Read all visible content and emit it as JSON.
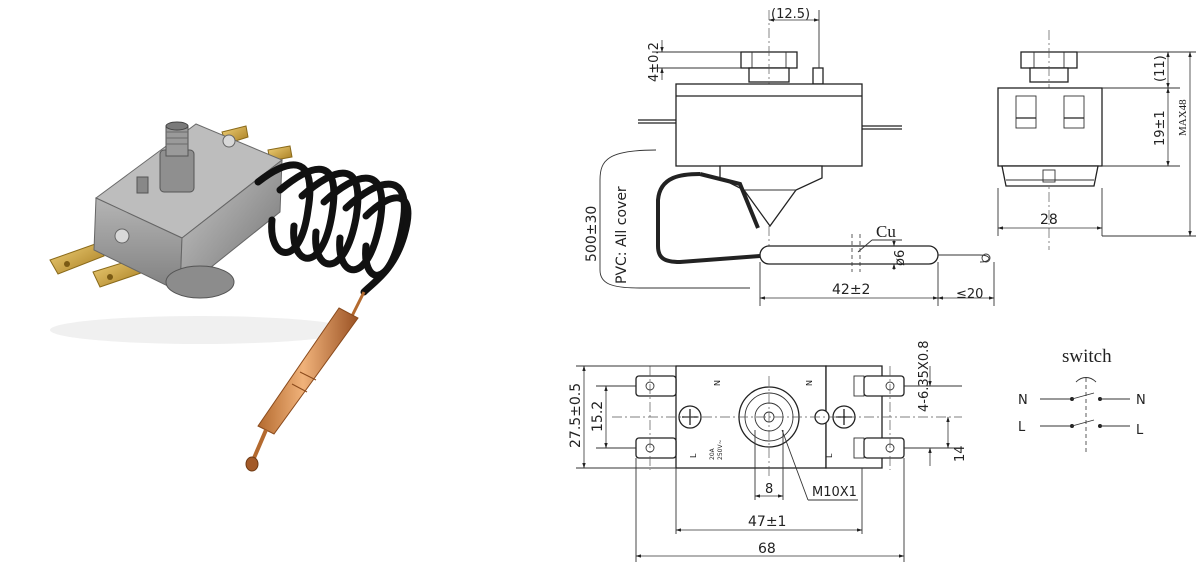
{
  "drawing": {
    "side_view": {
      "dim_nut_width": "(12.5)",
      "dim_stem": "4±0.2",
      "dim_capillary_length": "500±30",
      "capillary_note": "PVC: All cover",
      "material_label": "Cu",
      "dim_bulb_diameter": "ø6",
      "dim_bulb_length": "42±2",
      "dim_bulb_tail": "≤20"
    },
    "end_view": {
      "dim_nut_height": "(11)",
      "dim_body_height": "19±1",
      "dim_max_height": "MAX48",
      "dim_width": "28"
    },
    "top_view": {
      "dim_outer_height": "27.5±0.5",
      "dim_terminal_spacing": "15.2",
      "dim_terminals": "4-6.35X0.8",
      "dim_right_spacing": "14",
      "dim_shaft_flat": "8",
      "thread_label": "M10X1",
      "dim_hole_spacing": "47±1",
      "dim_overall_length": "68",
      "marking_n_top": "N",
      "marking_l_bottom": "L",
      "marking_rating_1": "20A",
      "marking_rating_2": "250V~"
    },
    "switch_diagram": {
      "title": "switch",
      "left_n": "N",
      "left_l": "L",
      "right_n": "N",
      "right_l": "L"
    }
  }
}
